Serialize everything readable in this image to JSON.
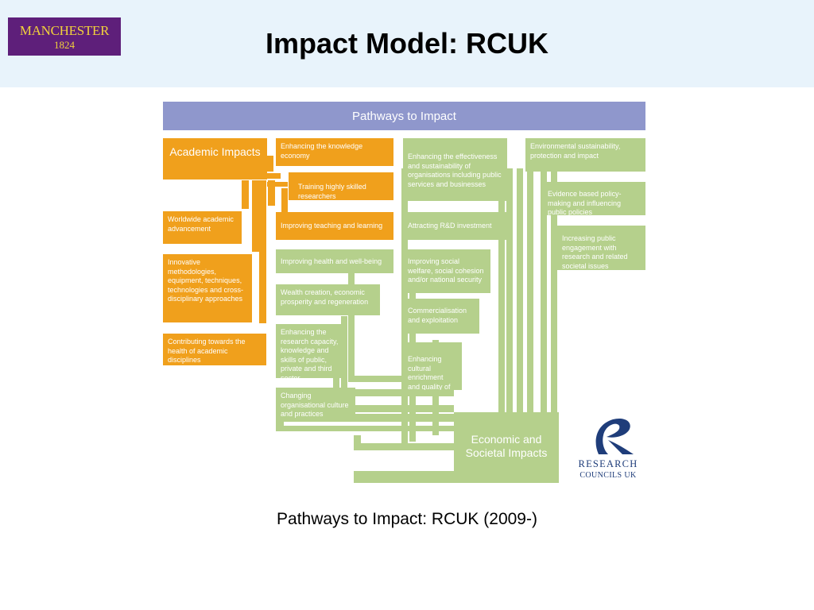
{
  "header": {
    "logo_line1": "MANCHESTER",
    "logo_line2": "1824",
    "title": "Impact Model: RCUK"
  },
  "diagram": {
    "banner": "Pathways to Impact",
    "academic": {
      "title": "Academic Impacts",
      "items": [
        "Worldwide academic advancement",
        "Innovative methodologies, equipment, techniques, technologies and cross-disciplinary approaches",
        "Contributing towards the health of academic disciplines"
      ]
    },
    "middle": [
      "Enhancing the knowledge economy",
      "Training highly skilled researchers",
      "Improving teaching and learning",
      "Improving health and well-being",
      "Wealth creation, economic prosperity and regeneration",
      "Enhancing the research capacity, knowledge and skills of public, private and third sector organisations",
      "Changing organisational culture and practices"
    ],
    "right": [
      "Enhancing the effectiveness and sustainability of organisations including public services and businesses",
      "Attracting R&D investment",
      "Improving social welfare, social cohesion and/or national security",
      "Commercialisation and exploitation",
      "Enhancing cultural enrichment and quality of life"
    ],
    "far_right": [
      "Environmental sustainability, protection and impact",
      "Evidence based policy-making and influencing public policies",
      "Increasing public engagement with research and related societal issues"
    ],
    "economic": {
      "title": "Economic and Societal Impacts"
    },
    "logo": {
      "line1": "RESEARCH",
      "line2": "COUNCILS UK"
    },
    "colors": {
      "banner": "#8f97cc",
      "academic": "#f0a01c",
      "economic": "#b5d08c"
    }
  },
  "caption": "Pathways to Impact: RCUK (2009-)"
}
